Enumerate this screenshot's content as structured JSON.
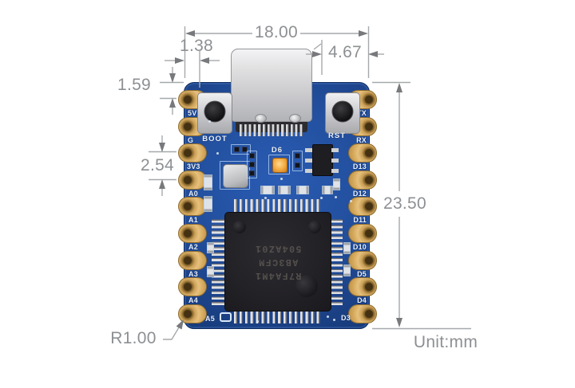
{
  "dimensions": {
    "width": "18.00",
    "pin_inset_x": "1.38",
    "usb_to_edge": "4.67",
    "pin_inset_y": "1.59",
    "pin_pitch": "2.54",
    "height": "23.50",
    "corner_radius": "R1.00",
    "unit": "Unit:mm"
  },
  "board": {
    "left_pins": [
      "5V",
      "G",
      "3V3",
      "A0",
      "A1",
      "A2",
      "A3",
      "A4",
      "A5"
    ],
    "right_pins": [
      "TX",
      "RX",
      "D13",
      "D12",
      "D11",
      "D10",
      "D5",
      "D4",
      "D3"
    ],
    "buttons": [
      {
        "label": "BOOT"
      },
      {
        "label": "RST"
      }
    ],
    "led_label": "D6",
    "chip_marking": [
      "R7FA4M1",
      "AB3CFM",
      "504AZ01"
    ]
  },
  "colors": {
    "pcb_blue": "#23509f",
    "pad_gold": "#d9b167",
    "chip_black": "#232227",
    "dim_text": "#8d9093",
    "dim_line": "#a6a9ac",
    "led_amber": "#f2a93f",
    "silkscreen": "#e9f2fd"
  }
}
